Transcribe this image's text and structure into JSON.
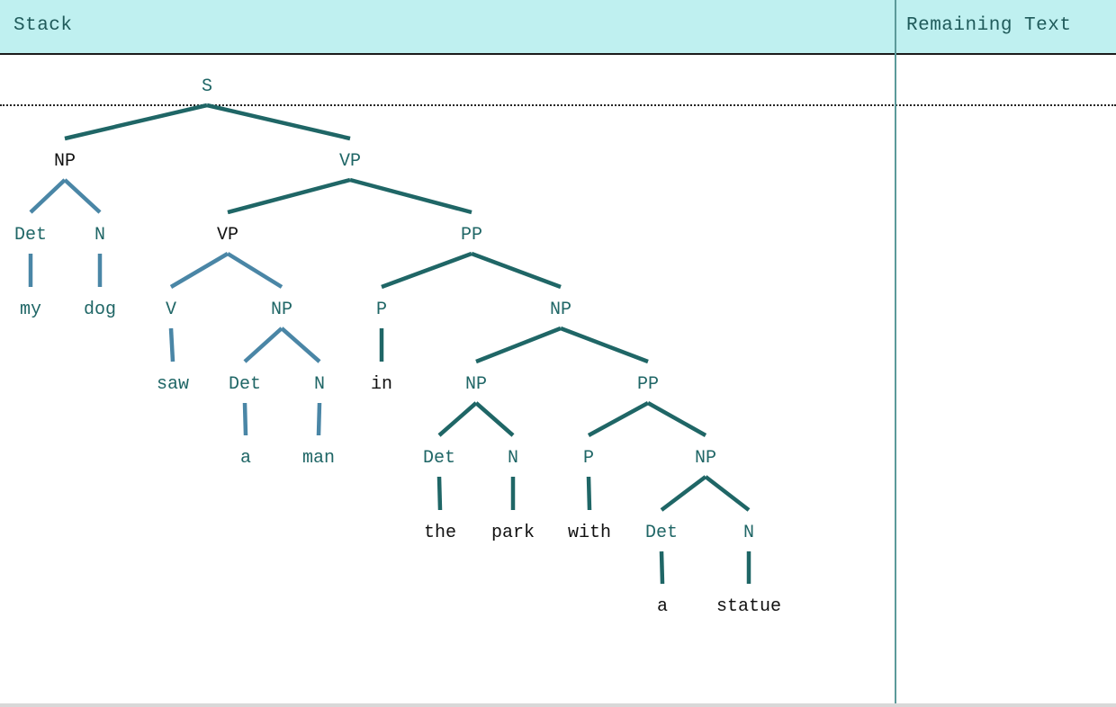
{
  "header": {
    "stack_label": "Stack",
    "remaining_label": "Remaining Text"
  },
  "colors": {
    "header_bg": "#bff0f0",
    "node_dark": "#1f6666",
    "node_light": "#4a86a6",
    "node_black": "#111111"
  },
  "tree": {
    "nodes": [
      {
        "id": "s",
        "label": "S",
        "color": "dark"
      },
      {
        "id": "np1",
        "label": "NP",
        "color": "black"
      },
      {
        "id": "det1",
        "label": "Det",
        "color": "dark"
      },
      {
        "id": "my",
        "label": "my",
        "color": "dark"
      },
      {
        "id": "n1",
        "label": "N",
        "color": "dark"
      },
      {
        "id": "dog",
        "label": "dog",
        "color": "dark"
      },
      {
        "id": "vp1",
        "label": "VP",
        "color": "dark"
      },
      {
        "id": "vp2",
        "label": "VP",
        "color": "black"
      },
      {
        "id": "v1",
        "label": "V",
        "color": "dark"
      },
      {
        "id": "saw",
        "label": "saw",
        "color": "dark"
      },
      {
        "id": "np2",
        "label": "NP",
        "color": "dark"
      },
      {
        "id": "det2",
        "label": "Det",
        "color": "dark"
      },
      {
        "id": "a1",
        "label": "a",
        "color": "dark"
      },
      {
        "id": "n2",
        "label": "N",
        "color": "dark"
      },
      {
        "id": "man",
        "label": "man",
        "color": "dark"
      },
      {
        "id": "pp1",
        "label": "PP",
        "color": "dark"
      },
      {
        "id": "p1",
        "label": "P",
        "color": "dark"
      },
      {
        "id": "in",
        "label": "in",
        "color": "black"
      },
      {
        "id": "np3",
        "label": "NP",
        "color": "dark"
      },
      {
        "id": "np4",
        "label": "NP",
        "color": "dark"
      },
      {
        "id": "det3",
        "label": "Det",
        "color": "dark"
      },
      {
        "id": "the",
        "label": "the",
        "color": "black"
      },
      {
        "id": "n3",
        "label": "N",
        "color": "dark"
      },
      {
        "id": "park",
        "label": "park",
        "color": "black"
      },
      {
        "id": "pp2",
        "label": "PP",
        "color": "dark"
      },
      {
        "id": "p2",
        "label": "P",
        "color": "dark"
      },
      {
        "id": "with",
        "label": "with",
        "color": "black"
      },
      {
        "id": "np5",
        "label": "NP",
        "color": "dark"
      },
      {
        "id": "det4",
        "label": "Det",
        "color": "dark"
      },
      {
        "id": "a2",
        "label": "a",
        "color": "black"
      },
      {
        "id": "n4",
        "label": "N",
        "color": "dark"
      },
      {
        "id": "statue",
        "label": "statue",
        "color": "black"
      }
    ],
    "edges": [
      {
        "from": "s",
        "to": "np1",
        "color": "dark"
      },
      {
        "from": "s",
        "to": "vp1",
        "color": "dark"
      },
      {
        "from": "np1",
        "to": "det1",
        "color": "light"
      },
      {
        "from": "np1",
        "to": "n1",
        "color": "light"
      },
      {
        "from": "det1",
        "to": "my",
        "color": "light"
      },
      {
        "from": "n1",
        "to": "dog",
        "color": "light"
      },
      {
        "from": "vp1",
        "to": "vp2",
        "color": "dark"
      },
      {
        "from": "vp1",
        "to": "pp1",
        "color": "dark"
      },
      {
        "from": "vp2",
        "to": "v1",
        "color": "light"
      },
      {
        "from": "vp2",
        "to": "np2",
        "color": "light"
      },
      {
        "from": "v1",
        "to": "saw",
        "color": "light"
      },
      {
        "from": "np2",
        "to": "det2",
        "color": "light"
      },
      {
        "from": "np2",
        "to": "n2",
        "color": "light"
      },
      {
        "from": "det2",
        "to": "a1",
        "color": "light"
      },
      {
        "from": "n2",
        "to": "man",
        "color": "light"
      },
      {
        "from": "pp1",
        "to": "p1",
        "color": "dark"
      },
      {
        "from": "pp1",
        "to": "np3",
        "color": "dark"
      },
      {
        "from": "p1",
        "to": "in",
        "color": "dark"
      },
      {
        "from": "np3",
        "to": "np4",
        "color": "dark"
      },
      {
        "from": "np3",
        "to": "pp2",
        "color": "dark"
      },
      {
        "from": "np4",
        "to": "det3",
        "color": "dark"
      },
      {
        "from": "np4",
        "to": "n3",
        "color": "dark"
      },
      {
        "from": "det3",
        "to": "the",
        "color": "dark"
      },
      {
        "from": "n3",
        "to": "park",
        "color": "dark"
      },
      {
        "from": "pp2",
        "to": "p2",
        "color": "dark"
      },
      {
        "from": "pp2",
        "to": "np5",
        "color": "dark"
      },
      {
        "from": "p2",
        "to": "with",
        "color": "dark"
      },
      {
        "from": "np5",
        "to": "det4",
        "color": "dark"
      },
      {
        "from": "np5",
        "to": "n4",
        "color": "dark"
      },
      {
        "from": "det4",
        "to": "a2",
        "color": "dark"
      },
      {
        "from": "n4",
        "to": "statue",
        "color": "dark"
      }
    ]
  }
}
